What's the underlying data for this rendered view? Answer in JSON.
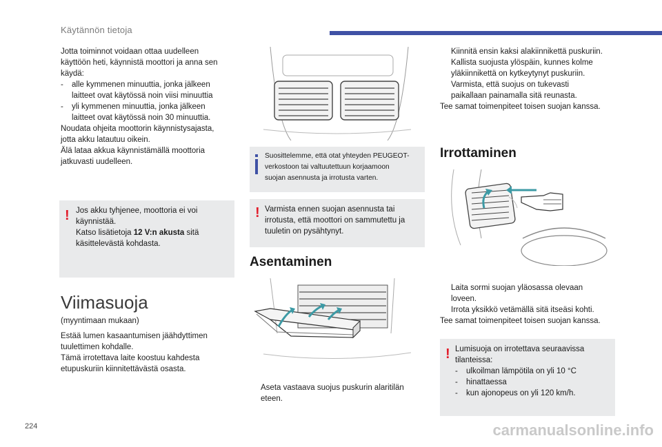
{
  "header": {
    "title": "Käytännön tietoja"
  },
  "page_number": "224",
  "watermark": "carmanualsonline.info",
  "col1": {
    "intro_lines": [
      "Jotta toiminnot voidaan ottaa uudelleen",
      "käyttöön heti, käynnistä moottori ja anna sen",
      "käydä:"
    ],
    "list": [
      {
        "dash": "-",
        "line1": "alle kymmenen minuuttia, jonka jälkeen",
        "line2": "laitteet ovat käytössä noin viisi minuuttia"
      },
      {
        "dash": "-",
        "line1": "yli kymmenen minuuttia, jonka jälkeen",
        "line2": "laitteet ovat käytössä noin 30 minuuttia."
      }
    ],
    "after_lines": [
      "Noudata ohjeita moottorin käynnistysajasta,",
      "jotta akku latautuu oikein.",
      "Älä lataa akkua käynnistämällä moottoria",
      "jatkuvasti uudelleen."
    ],
    "warning": {
      "mark": "!",
      "line1": "Jos akku tyhjenee, moottoria ei voi",
      "line2": "käynnistää.",
      "line3_pre": "Katso lisätietoja ",
      "line3_bold": "12 V:n akusta",
      "line3_post": " sitä",
      "line4": "käsittelevästä kohdasta."
    },
    "section_title": "Viimasuoja",
    "availability": "(myyntimaan mukaan)",
    "desc_lines": [
      "Estää lumen kasaantumisen jäähdyttimen",
      "tuulettimen kohdalle.",
      "Tämä irrotettava laite koostuu kahdesta",
      "etupuskuriin kiinnitettävästä osasta."
    ]
  },
  "col2": {
    "info": {
      "line1": "Suosittelemme, että otat yhteyden PEUGEOT-",
      "line2": "verkostoon tai valtuutettuun korjaamoon",
      "line3": "suojan asennusta ja irrotusta varten."
    },
    "warning": {
      "mark": "!",
      "line1": "Varmista ennen suojan asennusta tai",
      "line2": "irrotusta, että moottori on sammutettu ja",
      "line3": "tuuletin on pysähtynyt."
    },
    "section_title": "Asentaminen",
    "step": {
      "mark": "",
      "line1": "Aseta vastaava suojus puskurin alaritilän",
      "line2": "eteen."
    }
  },
  "col3": {
    "steps": [
      {
        "mark": "",
        "line1": "Kiinnitä ensin kaksi alakiinnikettä puskuriin.",
        "line2": ""
      },
      {
        "mark": "",
        "line1": "Kallista suojusta ylöspäin, kunnes kolme",
        "line2": "yläkiinnikettä on kytkeytynyt puskuriin."
      },
      {
        "mark": "",
        "line1": "Varmista, että suojus on tukevasti",
        "line2": "paikallaan painamalla sitä reunasta."
      }
    ],
    "repeat_note": "Tee samat toimenpiteet toisen suojan kanssa.",
    "section_title": "Irrottaminen",
    "remove_steps": [
      {
        "mark": "",
        "line1": "Laita sormi suojan yläosassa olevaan",
        "line2": "loveen."
      },
      {
        "mark": "",
        "line1": "Irrota yksikkö vetämällä sitä itseäsi kohti.",
        "line2": ""
      }
    ],
    "repeat_note2": "Tee samat toimenpiteet toisen suojan kanssa.",
    "warning": {
      "mark": "!",
      "line1": "Lumisuoja on irrotettava seuraavissa",
      "line2": "tilanteissa:",
      "items": [
        {
          "dash": "-",
          "text": "ulkoilman lämpötila on yli 10 °C"
        },
        {
          "dash": "-",
          "text": "hinattaessa"
        },
        {
          "dash": "-",
          "text": "kun ajonopeus on yli 120 km/h."
        }
      ]
    }
  },
  "colors": {
    "accent_blue": "#3f51a5",
    "warning_red": "#e21c2a",
    "box_grey": "#e9eaeb",
    "arrow_teal": "#3c9aa5"
  }
}
